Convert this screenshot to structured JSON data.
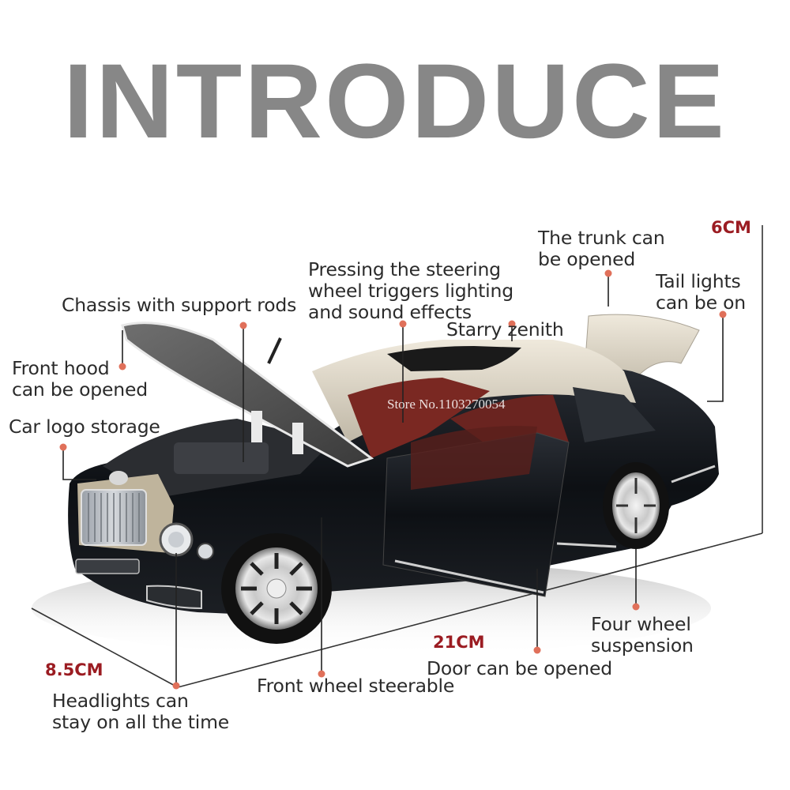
{
  "title": "INTRODUCE",
  "watermark": "Store No.1103270054",
  "colors": {
    "title": "#878787",
    "label_text": "#2b2b2b",
    "dimension_text": "#9b1c22",
    "marker_dot": "#e0705a",
    "car_body": "#111418",
    "car_top": "#d8d2c4",
    "interior": "#8a2a22"
  },
  "dimensions": {
    "height": "6CM",
    "length": "21CM",
    "width": "8.5CM"
  },
  "features": [
    {
      "id": "trunk",
      "line1": "The trunk can",
      "line2": "be opened"
    },
    {
      "id": "tail-lights",
      "line1": "Tail lights",
      "line2": "can be on"
    },
    {
      "id": "steering-wheel",
      "line1": "Pressing the steering",
      "line2": "wheel triggers lighting",
      "line3": "and sound effects"
    },
    {
      "id": "starry-zenith",
      "line1": "Starry zenith"
    },
    {
      "id": "chassis",
      "line1": "Chassis with support rods"
    },
    {
      "id": "front-hood",
      "line1": "Front hood",
      "line2": "can be opened"
    },
    {
      "id": "car-logo",
      "line1": "Car logo storage"
    },
    {
      "id": "headlights",
      "line1": "Headlights can",
      "line2": "stay on all the time"
    },
    {
      "id": "front-wheel",
      "line1": "Front wheel steerable"
    },
    {
      "id": "door",
      "line1": "Door can be opened"
    },
    {
      "id": "suspension",
      "line1": "Four wheel",
      "line2": "suspension"
    }
  ]
}
